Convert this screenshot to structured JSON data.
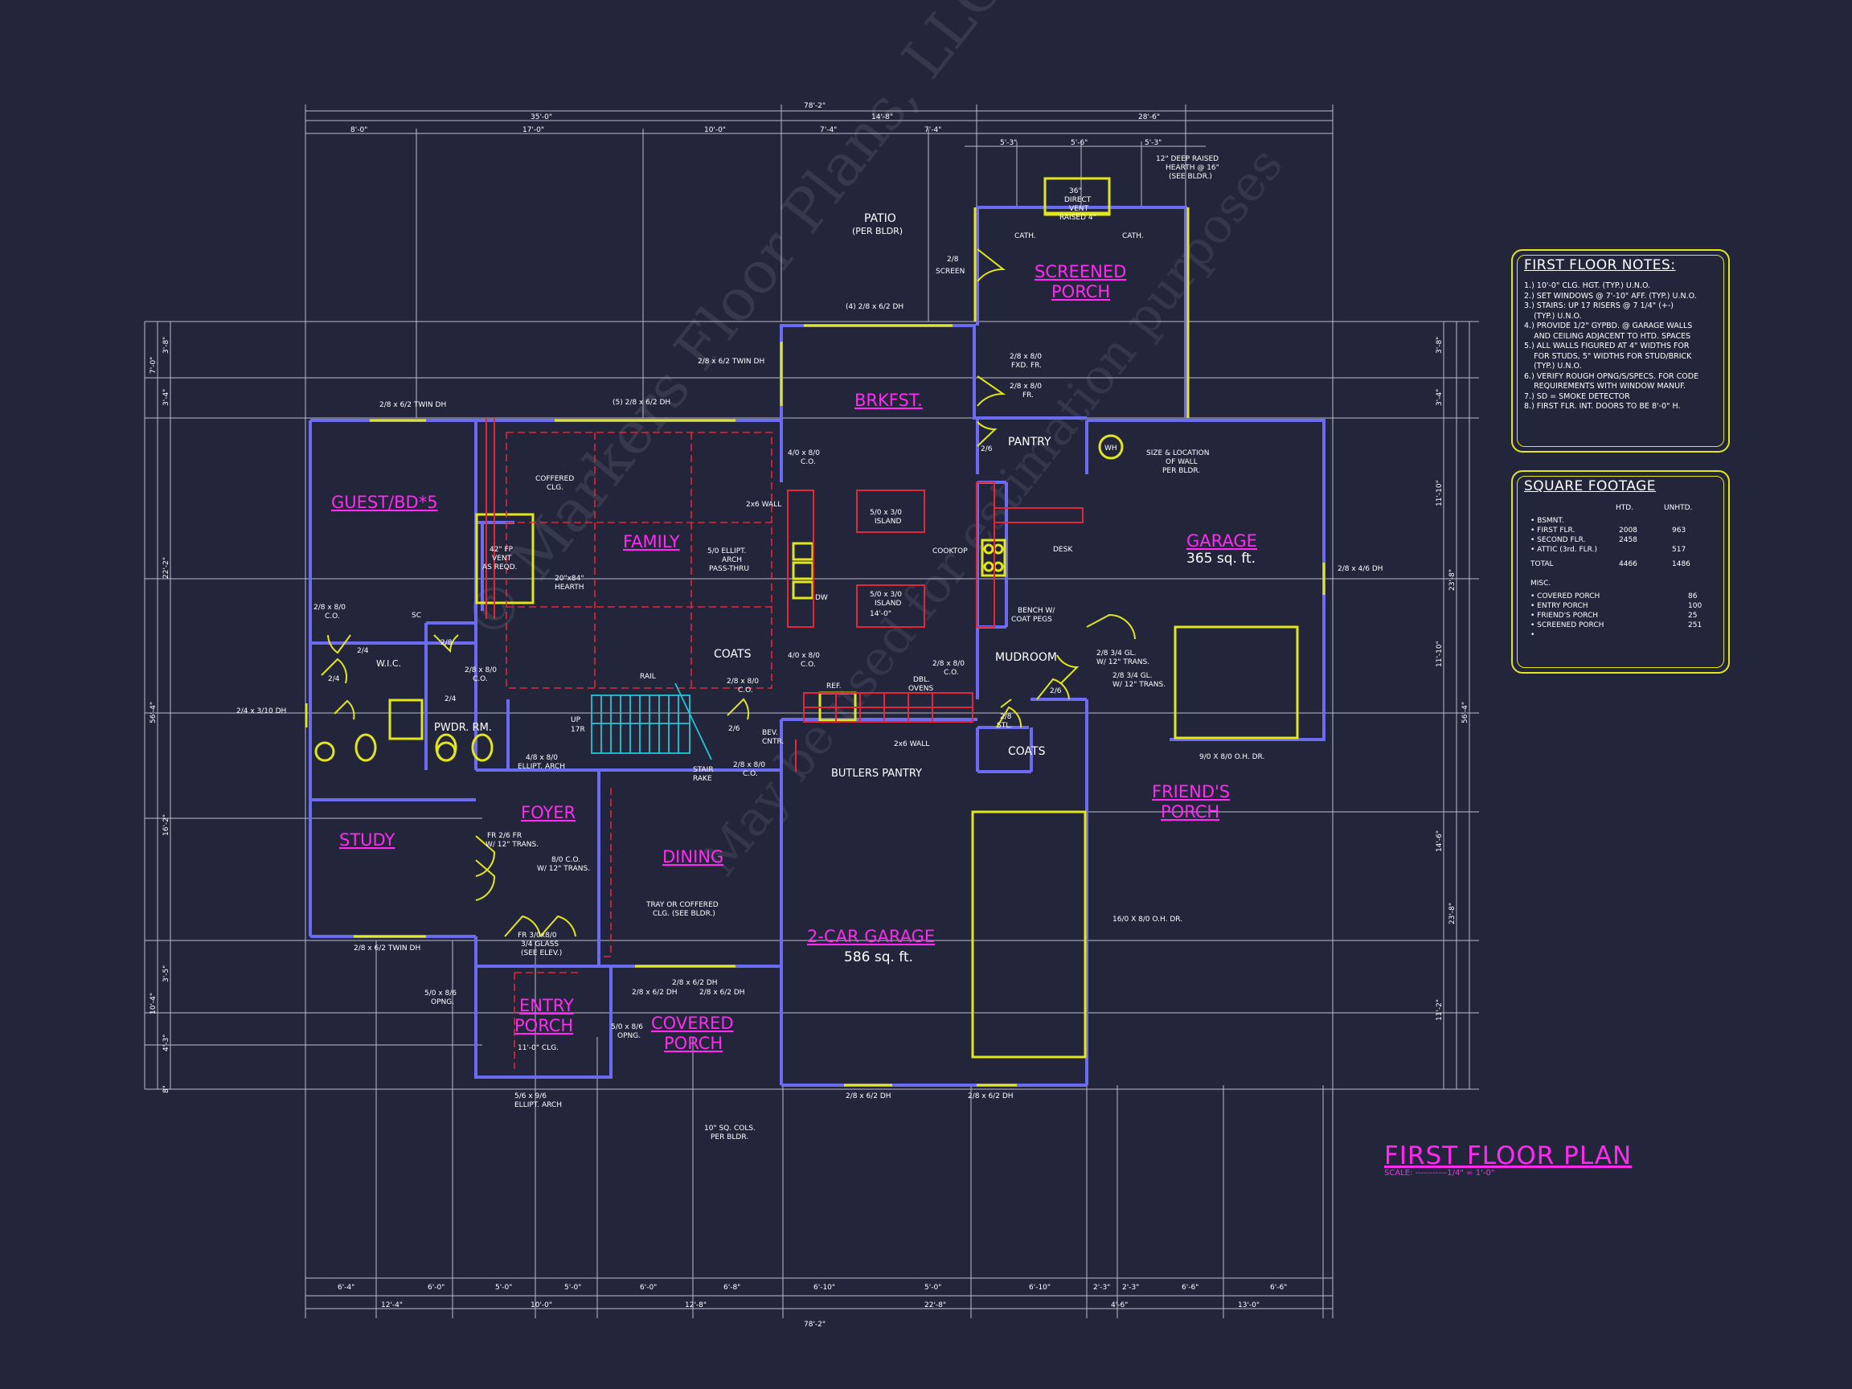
{
  "title": "FIRST FLOOR PLAN",
  "scale": "SCALE: -----------1/4\" = 1'-0\"",
  "watermark": {
    "line1": "© Markers Floor Plans, LLC",
    "line2": "May be used for estimation purposes"
  },
  "rooms": {
    "guest": "GUEST/BD*5",
    "family": "FAMILY",
    "brkfst": "BRKFST.",
    "screened_porch_1": "SCREENED",
    "screened_porch_2": "PORCH",
    "garage": "GARAGE",
    "garage_sqft": "365 sq. ft.",
    "study": "STUDY",
    "foyer": "FOYER",
    "dining": "DINING",
    "two_car": "2-CAR GARAGE",
    "two_car_sqft": "586 sq. ft.",
    "entry_porch_1": "ENTRY",
    "entry_porch_2": "PORCH",
    "covered_porch_1": "COVERED",
    "covered_porch_2": "PORCH",
    "friends_porch_1": "FRIEND'S",
    "friends_porch_2": "PORCH",
    "patio": "PATIO",
    "patio_sub": "(PER BLDR)",
    "mudroom": "MUDROOM",
    "pantry": "PANTRY",
    "coats_1": "COATS",
    "coats_2": "COATS",
    "pwdr": "PWDR. RM.",
    "wic": "W.I.C.",
    "butlers": "BUTLERS PANTRY"
  },
  "labels": {
    "twin_dh_top": "2/8 x 6/2 TWIN DH",
    "five_dh": "(5) 2/8 x 6/2 DH",
    "four_dh": "(4) 2/8 x 6/2 DH",
    "twin_dh_right": "2/8 x 6/2 TWIN DH",
    "coffered": "COFFERED",
    "coffered2": "CLG.",
    "fp": "42\" FP",
    "fp2": "VENT",
    "fp3": "AS REQD.",
    "hearth": "20\"x84\"",
    "hearth2": "HEARTH",
    "ellipt": "5/0 ELLIPT.",
    "ellipt2": "ARCH",
    "ellipt3": "PASS-THRU",
    "co_4_8": "4/0 x 8/0",
    "co_4_8b": "C.O.",
    "wall2x6": "2x6 WALL",
    "island1": "5/0 x 3/0",
    "island1b": "ISLAND",
    "island2": "5/0 x 3/0",
    "island2b": "ISLAND",
    "island2c": "14'-0\"",
    "cooktop": "COOKTOP",
    "dw": "DW",
    "ref": "REF.",
    "dbl_ovens": "DBL.",
    "dbl_ovens2": "OVENS",
    "desk": "DESK",
    "bench": "BENCH W/",
    "bench2": "COAT PEGS",
    "wh": "WH",
    "wh_note": "SIZE & LOCATION",
    "wh_note2": "OF WALL",
    "wh_note3": "PER BLDR.",
    "garage_door_small": "9/0 X 8/0 O.H. DR.",
    "garage_door_big": "16/0 X 8/0 O.H. DR.",
    "dh_4_6": "2/8 x 4/6 DH",
    "rail": "RAIL",
    "stair_rake": "STAIR",
    "stair_rake2": "RAKE",
    "up": "UP",
    "up2": "17R",
    "bev": "BEV.",
    "bev2": "CNTR.",
    "tray": "TRAY OR COFFERED",
    "tray2": "CLG. (SEE BLDR.)",
    "fr_trans": "FR 2/6 FR",
    "fr_trans2": "W/ 12\" TRANS.",
    "co_trans": "8/0 C.O.",
    "co_trans2": "W/ 12\" TRANS.",
    "fr_glass": "FR 3/0x8/0",
    "fr_glass2": "3/4 GLASS",
    "fr_glass3": "(SEE ELEV.)",
    "twin_dh_study": "2/8 x 6/2 TWIN DH",
    "dh_3_10": "2/4 x 3/10 DH",
    "opng1": "5/0 x 8/6",
    "opng1b": "OPNG.",
    "opng2": "5/0 x 8/6",
    "opng2b": "OPNG.",
    "clg11": "11'-0\" CLG.",
    "ellipt_arch": "5/6 x 9/6",
    "ellipt_arch2": "ELLIPT. ARCH",
    "cols": "10\" SQ. COLS.",
    "cols2": "PER BLDR.",
    "dh_garage_1": "2/8 x 6/2 DH",
    "dh_garage_2": "2/8 x 6/2 DH",
    "dh_cov_1": "2/8 x 6/2 DH",
    "dh_cov_2": "2/8 x 6/2 DH",
    "dh_cov_3": "2/8 x 6/2 DH",
    "screen_door": "2/8",
    "screen_door2": "SCREEN",
    "fxd": "2/8 x 8/0",
    "fxd2": "FXD. FR.",
    "fr_8": "2/8 x 8/0",
    "fr_8b": "FR.",
    "raised_hearth": "12\" DEEP RAISED",
    "raised_hearth2": "HEARTH @ 16\"",
    "raised_hearth3": "(SEE BLDR.)",
    "direct_vent": "36\"",
    "direct_vent2": "DIRECT",
    "direct_vent3": "VENT",
    "direct_vent4": "RAISED 4\"",
    "cath1": "CATH.",
    "cath2": "CATH.",
    "gl_trans1": "2/8 3/4 GL.",
    "gl_trans1b": "W/ 12\" TRANS.",
    "gl_trans2": "2/8 3/4 GL.",
    "gl_trans2b": "W/ 12\" TRANS.",
    "stl": "2/8",
    "stl2": "STL.",
    "arch_4_8": "4/8 x 8/0",
    "arch_4_8b": "ELLIPT. ARCH",
    "co_2_8a": "2/8 x 8/0",
    "co_2_8ab": "C.O.",
    "co_2_8b": "2/8 x 8/0",
    "co_2_8bb": "C.O.",
    "co_2_8c": "2/8 x 8/0",
    "co_2_8cb": "C.O.",
    "co_2_8d": "2/8 x 8/0",
    "co_2_8db": "C.O.",
    "co_2_8e": "2/8 x 8/0",
    "co_2_8eb": "C.O.",
    "co_4_8c": "4/0 x 8/0",
    "co_4_8cb": "C.O.",
    "wall2x6b": "2x6 WALL",
    "door24a": "2/4",
    "door24b": "2/4",
    "door24c": "2/4",
    "door28": "2/8",
    "door26a": "2/6",
    "door26b": "2/6",
    "door26c": "2/6",
    "sc": "SC"
  },
  "dims_top": {
    "overall": "78'-2\"",
    "row2": [
      "35'-0\"",
      "14'-8\"",
      "28'-6\""
    ],
    "row3": [
      "8'-0\"",
      "17'-0\"",
      "10'-0\"",
      "7'-4\"",
      "7'-4\"",
      "5'-3\"",
      "5'-6\"",
      "5'-3\""
    ]
  },
  "dims_bottom": {
    "overall": "78'-2\"",
    "row2": [
      "12'-4\"",
      "10'-0\"",
      "12'-8\"",
      "22'-8\"",
      "4'-6\"",
      "13'-0\""
    ],
    "row3": [
      "6'-4\"",
      "6'-0\"",
      "5'-0\"",
      "5'-0\"",
      "6'-0\"",
      "6'-8\"",
      "6'-10\"",
      "5'-0\"",
      "6'-10\"",
      "2'-3\"",
      "2'-3\"",
      "6'-6\"",
      "6'-6\""
    ]
  },
  "dims_left": {
    "overall": "56'-4\"",
    "parts": [
      "7'-0\"",
      "3'-8\"",
      "3'-4\"",
      "22'-2\"",
      "16'-2\"",
      "3'-5\"",
      "10'-4\"",
      "4'-3\"",
      "8\""
    ]
  },
  "dims_right": {
    "overall": "56'-4\"",
    "parts": [
      "3'-8\"",
      "3'-4\"",
      "11'-10\"",
      "23'-8\"",
      "11'-10\"",
      "14'-6\"",
      "23'-8\"",
      "11'-2\""
    ]
  },
  "first_floor_notes": {
    "title": "FIRST FLOOR NOTES:",
    "items": [
      "1.) 10'-0\" CLG. HGT. (TYP.) U.N.O.",
      "2.) SET WINDOWS @ 7'-10\" AFF. (TYP.) U.N.O.",
      "3.) STAIRS: UP 17 RISERS @ 7 1/4\" (+-)",
      "    (TYP.) U.N.O.",
      "4.) PROVIDE 1/2\" GYPBD. @ GARAGE WALLS",
      "    AND CEILING ADJACENT TO HTD. SPACES",
      "5.) ALL WALLS FIGURED AT 4\" WIDTHS FOR",
      "    FOR STUDS, 5\" WIDTHS FOR STUD/BRICK",
      "    (TYP.) U.N.O.",
      "6.) VERIFY ROUGH OPNG/S/SPECS. FOR CODE",
      "    REQUIREMENTS WITH WINDOW MANUF.",
      "7.) SD = SMOKE DETECTOR",
      "8.) FIRST FLR. INT. DOORS TO BE 8'-0\" H."
    ]
  },
  "square_footage": {
    "title": "SQUARE FOOTAGE",
    "col_htd": "HTD.",
    "col_unhtd": "UNHTD.",
    "rows": [
      {
        "label": "• BSMNT.",
        "htd": "",
        "unhtd": ""
      },
      {
        "label": "• FIRST FLR.",
        "htd": "2008",
        "unhtd": "963"
      },
      {
        "label": "• SECOND FLR.",
        "htd": "2458",
        "unhtd": ""
      },
      {
        "label": "• ATTIC (3rd. FLR.)",
        "htd": "",
        "unhtd": "517"
      },
      {
        "label": "TOTAL",
        "htd": "4466",
        "unhtd": "1486"
      },
      {
        "label": "MISC.",
        "htd": "",
        "unhtd": ""
      },
      {
        "label": "• COVERED PORCH",
        "htd": "",
        "unhtd": "86"
      },
      {
        "label": "• ENTRY PORCH",
        "htd": "",
        "unhtd": "100"
      },
      {
        "label": "• FRIEND'S PORCH",
        "htd": "",
        "unhtd": "25"
      },
      {
        "label": "• SCREENED PORCH",
        "htd": "",
        "unhtd": "251"
      },
      {
        "label": "•",
        "htd": "",
        "unhtd": ""
      }
    ]
  }
}
